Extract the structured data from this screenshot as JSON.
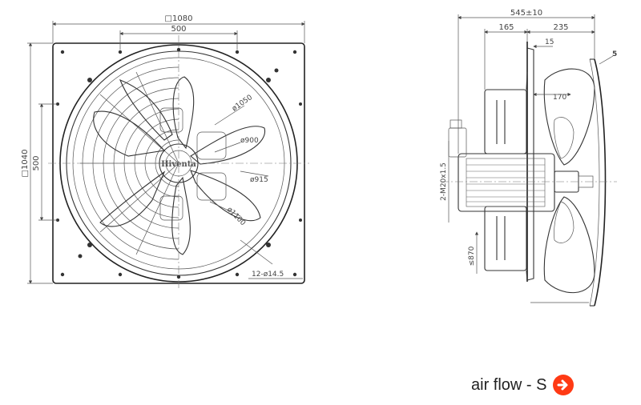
{
  "front_view": {
    "dim_overall_width": "□1080",
    "dim_hole_spacing_h": "500",
    "dim_overall_height": "□1040",
    "dim_hole_spacing_v": "500",
    "dia_1050": "ø1050",
    "dia_900": "ø900",
    "dia_915": "ø915",
    "dia_1100": "ø1100",
    "mount_holes": "12-ø14.5",
    "logo_text": "Hiventa"
  },
  "side_view": {
    "dim_total_depth": "545±10",
    "dim_motor_depth": "165",
    "dim_front_depth": "235",
    "dim_offset": "15",
    "dim_blade": "170",
    "dim_cable_gland": "2-M20x1.5",
    "dim_max_dia": "≤870",
    "callout_5": "5"
  },
  "caption": {
    "label": "air flow - S",
    "badge_color": "#ff3a14",
    "badge_icon": "arrow-right-circle-icon"
  }
}
